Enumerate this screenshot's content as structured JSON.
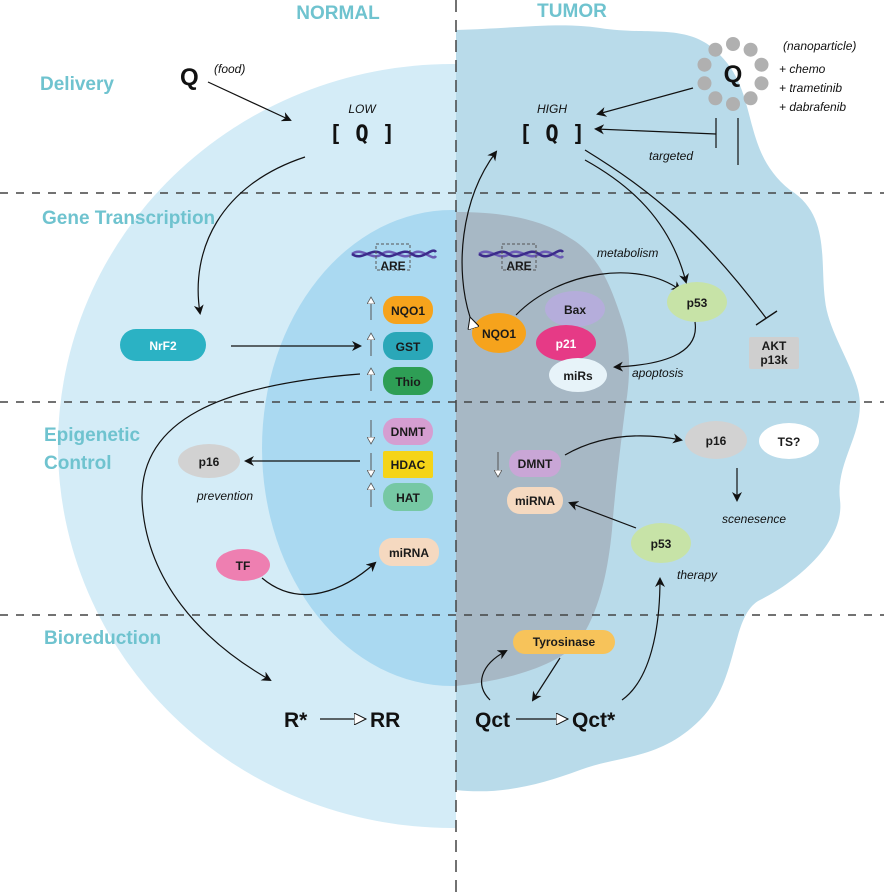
{
  "headers": {
    "normal": "NORMAL",
    "tumor": "TUMOR"
  },
  "sections": {
    "delivery": "Delivery",
    "gene": "Gene Transcription",
    "epi_line1": "Epigenetic",
    "epi_line2": "Control",
    "bioreduction": "Bioreduction"
  },
  "delivery": {
    "q": "Q",
    "food": "(food)",
    "low": "LOW",
    "low_q": "[ Q ]",
    "high": "HIGH",
    "high_q": "[ Q ]",
    "nano_q": "Q",
    "nanoparticle": "(nanoparticle)",
    "chemo": "+ chemo",
    "trametinib": "+ trametinib",
    "dabrafenib": "+ dabrafenib",
    "targeted": "targeted"
  },
  "normal_side": {
    "are": "ARE",
    "nqo1": "NQO1",
    "gst": "GST",
    "thio": "Thio",
    "nrf2": "NrF2",
    "dnmt": "DNMT",
    "hdac": "HDAC",
    "hat": "HAT",
    "p16": "p16",
    "prevention": "prevention",
    "tf": "TF",
    "mirna": "miRNA",
    "r_star": "R*",
    "rr": "RR"
  },
  "tumor_side": {
    "are": "ARE",
    "nqo1": "NQO1",
    "metabolism": "metabolism",
    "p53_top": "p53",
    "bax": "Bax",
    "p21": "p21",
    "mirs": "miRs",
    "apoptosis": "apoptosis",
    "akt_line1": "AKT",
    "akt_line2": "p13k",
    "dmnt": "DMNT",
    "mirna": "miRNA",
    "p16": "p16",
    "ts": "TS?",
    "scenesence": "scenesence",
    "p53_bottom": "p53",
    "therapy": "therapy",
    "tyrosinase": "Tyrosinase",
    "qct": "Qct",
    "qct_star": "Qct*"
  },
  "colors": {
    "outer_cell": "#d4ecf7",
    "inner_nucleus": "#aad9f1",
    "tumor_cell": "#b9dbea",
    "tumor_nucleus": "#a7b8c5",
    "nqo1": "#f6a31c",
    "gst": "#2aa7b8",
    "thio": "#2e9e55",
    "nrf2": "#2bb2c4",
    "dnmt": "#d59ed1",
    "hdac": "#f5d418",
    "hat": "#76c8a4",
    "p16": "#d2d2d2",
    "tf": "#ee7fb1",
    "mirna": "#f5d9c0",
    "p53": "#c7e3a7",
    "bax": "#b5addb",
    "p21": "#e63a86",
    "mirs": "#e7f3f9",
    "akt": "#cfcfcf",
    "tyrosinase": "#f7c35a",
    "dmnt_tumor": "#c9a6d6",
    "nano_dot": "#b0b0b0",
    "accent": "#6fc3cf"
  }
}
